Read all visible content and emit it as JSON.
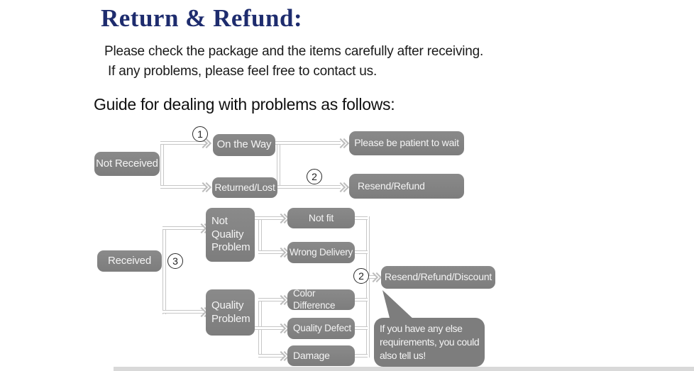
{
  "header": {
    "title": "Return & Refund:",
    "note_line1": "Please check the package and the items carefully after receiving.",
    "note_line2": "If any problems, please feel free to contact us.",
    "guide_heading": "Guide for dealing with problems as follows:"
  },
  "colors": {
    "title_text": "#1e2c6e",
    "box_fill": "#7d7d7d",
    "box_text": "#f4f4f4",
    "connector": "#c6c6c6",
    "bottom_bar": "#d9d9d9"
  },
  "flow": {
    "steps": {
      "step1": "1",
      "step2": "2",
      "step3": "3"
    },
    "boxes": {
      "not_received": "Not Received",
      "on_the_way": "On the Way",
      "please_wait": "Please be patient to wait",
      "returned_lost": "Returned/Lost",
      "resend_refund": "Resend/Refund",
      "received": "Received",
      "not_quality_problem": "Not\nQuality\nProblem",
      "not_fit": "Not fit",
      "wrong_delivery": "Wrong Delivery",
      "quality_problem": "Quality\nProblem",
      "color_difference": "Color Difference",
      "quality_defect": "Quality Defect",
      "damage": "Damage",
      "resend_refund_discount": "Resend/Refund/Discount"
    },
    "bubble_note": "If you have any else\nrequirements, you could\nalso tell us!"
  }
}
